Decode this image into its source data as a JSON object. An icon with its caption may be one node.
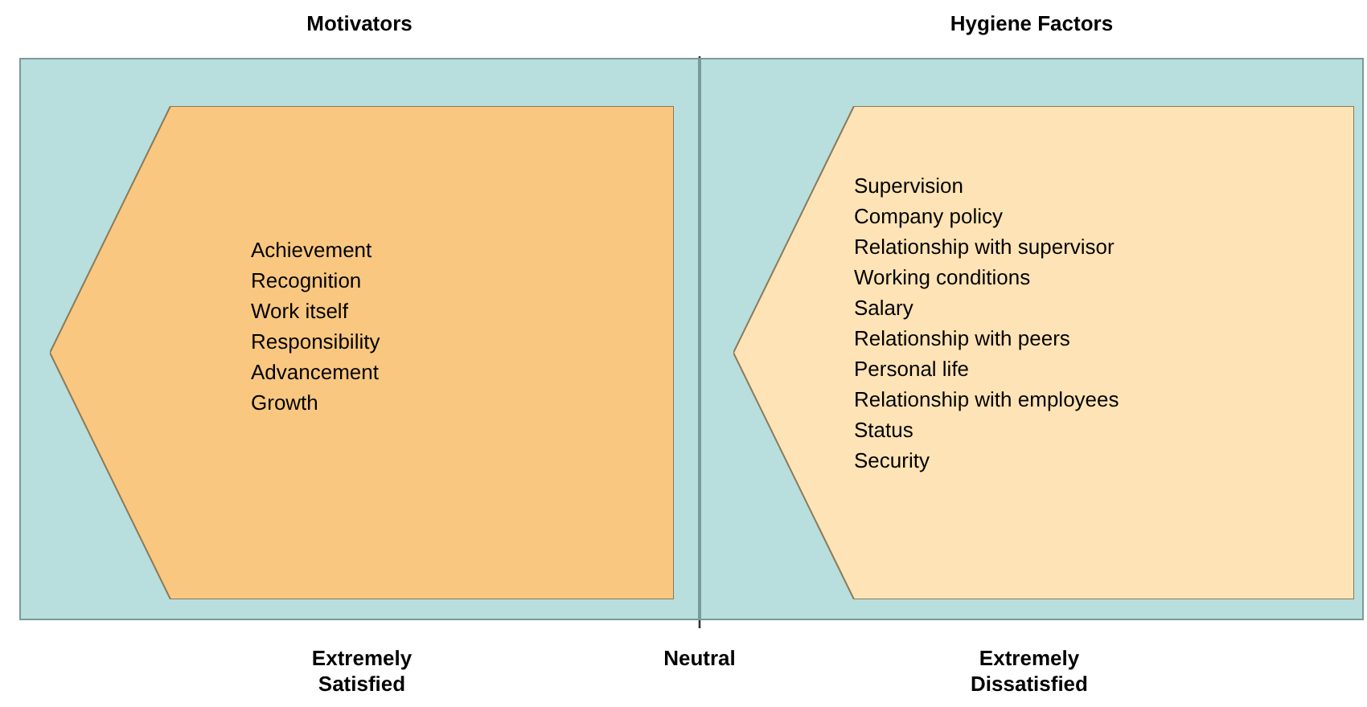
{
  "diagram": {
    "nodes": [
      {
        "text": [
          "Motivators"
        ]
      },
      {
        "text": [
          "Achievement",
          "Recognition",
          "Work itself",
          "Responsibility",
          "Advancement",
          "Growth"
        ],
        "in": 0
      },
      {
        "text": [
          "Hygiene Factors"
        ]
      },
      {
        "text": [
          "Supervision",
          "Company policy",
          "Relationship with supervisor",
          "Working conditions",
          "Salary",
          "Relationship with peers",
          "Personal life",
          "Relationship with employees",
          "Status",
          "Security"
        ],
        "in": 2
      }
    ],
    "labels": [
      "Extremely Satisfied",
      "Neutral",
      "Extremely Dissatisfied"
    ]
  }
}
